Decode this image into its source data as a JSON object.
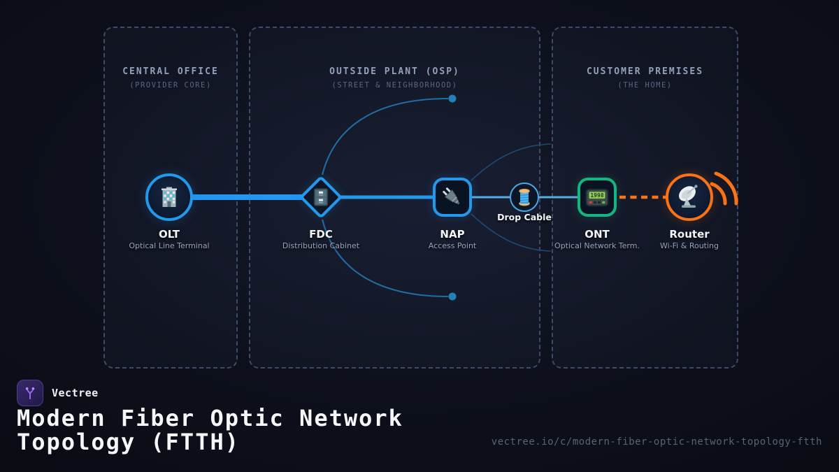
{
  "zones": [
    {
      "title": "CENTRAL OFFICE",
      "subtitle": "(PROVIDER CORE)"
    },
    {
      "title": "OUTSIDE PLANT (OSP)",
      "subtitle": "(STREET & NEIGHBORHOOD)"
    },
    {
      "title": "CUSTOMER PREMISES",
      "subtitle": "(THE HOME)"
    }
  ],
  "nodes": {
    "olt": {
      "label": "OLT",
      "sublabel": "Optical Line Terminal",
      "icon": "building-icon"
    },
    "fdc": {
      "label": "FDC",
      "sublabel": "Distribution Cabinet",
      "icon": "cabinet-icon"
    },
    "nap": {
      "label": "NAP",
      "sublabel": "Access Point",
      "icon": "plug-icon"
    },
    "drop_cable": {
      "label": "Drop Cable",
      "icon": "spool-icon"
    },
    "ont": {
      "label": "ONT",
      "sublabel": "Optical Network Term.",
      "icon": "pager-icon",
      "screen": "1998"
    },
    "router": {
      "label": "Router",
      "sublabel": "Wi-Fi & Routing",
      "icon": "satellite-dish-icon"
    }
  },
  "branding": {
    "brand": "Vectree",
    "title": "Modern Fiber Optic Network Topology (FTTH)",
    "url": "vectree.io/c/modern-fiber-optic-network-topology-ftth"
  },
  "colors": {
    "accent_blue": "#2499ec",
    "accent_green": "#16b47f",
    "accent_orange": "#f97316",
    "brand_purple": "#a855f7",
    "background": "#0d101c"
  }
}
